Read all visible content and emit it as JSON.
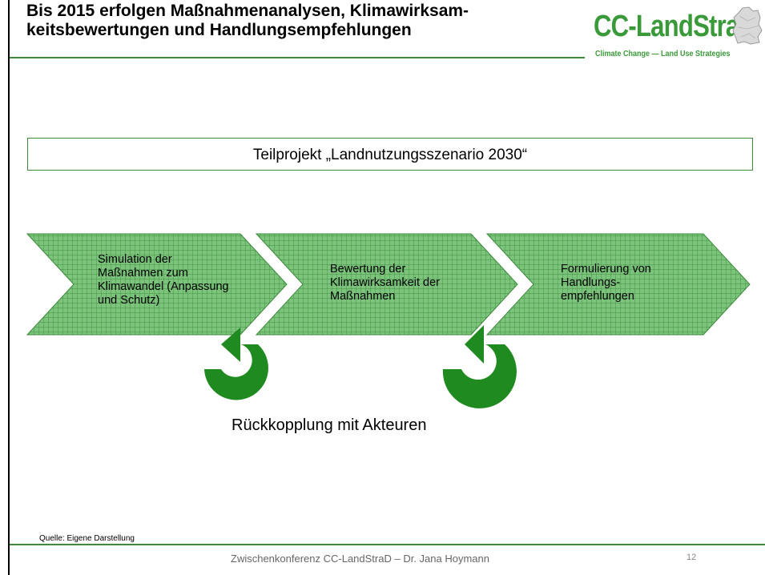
{
  "slide": {
    "title_lines": [
      "Bis 2015 erfolgen Maßnahmenanalysen, Klimawirksam-",
      "keitsbewertungen und Handlungsempfehlungen"
    ],
    "logo": {
      "main": "CC-LandStraD",
      "sub": "Climate Change — Land Use Strategies",
      "color": "#3a9a3a"
    },
    "subproject": "Teilprojekt „Landnutzungsszenario 2030“",
    "steps": [
      {
        "lines": [
          "Simulation der",
          "Maßnahmen zum",
          "Klimawandel (Anpassung",
          "und Schutz)"
        ]
      },
      {
        "lines": [
          "Bewertung der",
          "Klimawirksamkeit der",
          "Maßnahmen"
        ]
      },
      {
        "lines": [
          "Formulierung von",
          "Handlungs-",
          "empfehlungen"
        ]
      }
    ],
    "feedback": "Rückkopplung mit Akteuren",
    "source": "Quelle: Eigene Darstellung",
    "footer": "Zwischenkonferenz CC-LandStraD – Dr. Jana Hoymann",
    "page_number": "12",
    "colors": {
      "accent": "#3d8a3d",
      "chevron_fill": "#7cc47c",
      "arrow": "#1f8a1f"
    }
  }
}
